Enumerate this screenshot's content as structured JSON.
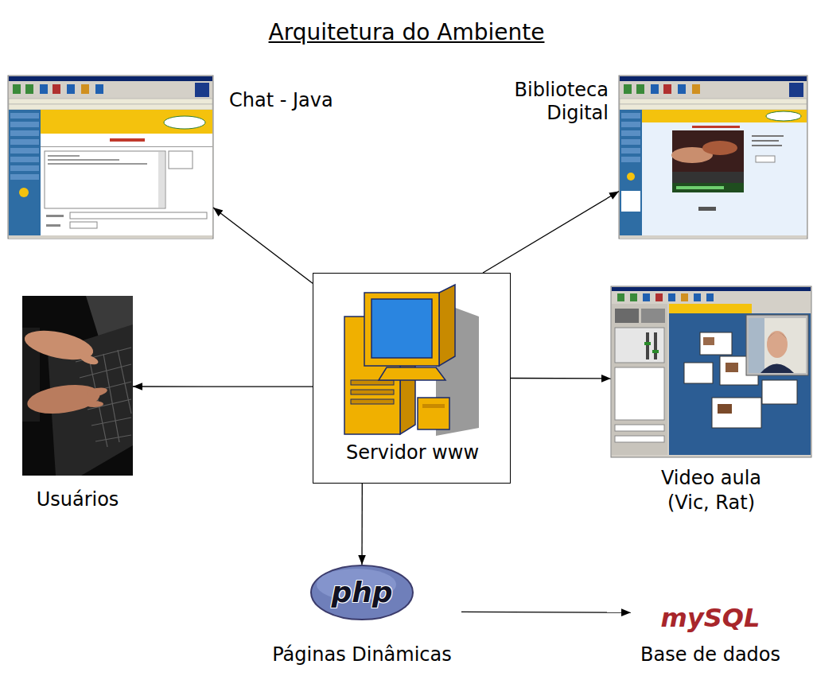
{
  "diagram": {
    "title": "Arquitetura do Ambiente",
    "nodes": [
      {
        "text": [
          "Chat - Java"
        ]
      },
      {
        "text": [
          "Biblioteca Digital"
        ]
      },
      {
        "text": [
          "Usuários"
        ]
      },
      {
        "text": [
          "Servidor www"
        ]
      },
      {
        "text": [
          "Video aula (Vic, Rat)"
        ]
      },
      {
        "text": [
          "php",
          "Páginas Dinâmicas"
        ]
      },
      {
        "text": [
          "mySQL",
          "Base de dados"
        ]
      }
    ],
    "edges": [
      {
        "from": 3,
        "to": 0,
        "arrow": "to"
      },
      {
        "from": 3,
        "to": 1,
        "arrow": "to"
      },
      {
        "from": 3,
        "to": 2,
        "arrow": "to"
      },
      {
        "from": 3,
        "to": 4,
        "arrow": "to"
      },
      {
        "from": 3,
        "to": 5,
        "arrow": "to"
      },
      {
        "from": 5,
        "to": 6,
        "arrow": "to"
      }
    ]
  }
}
